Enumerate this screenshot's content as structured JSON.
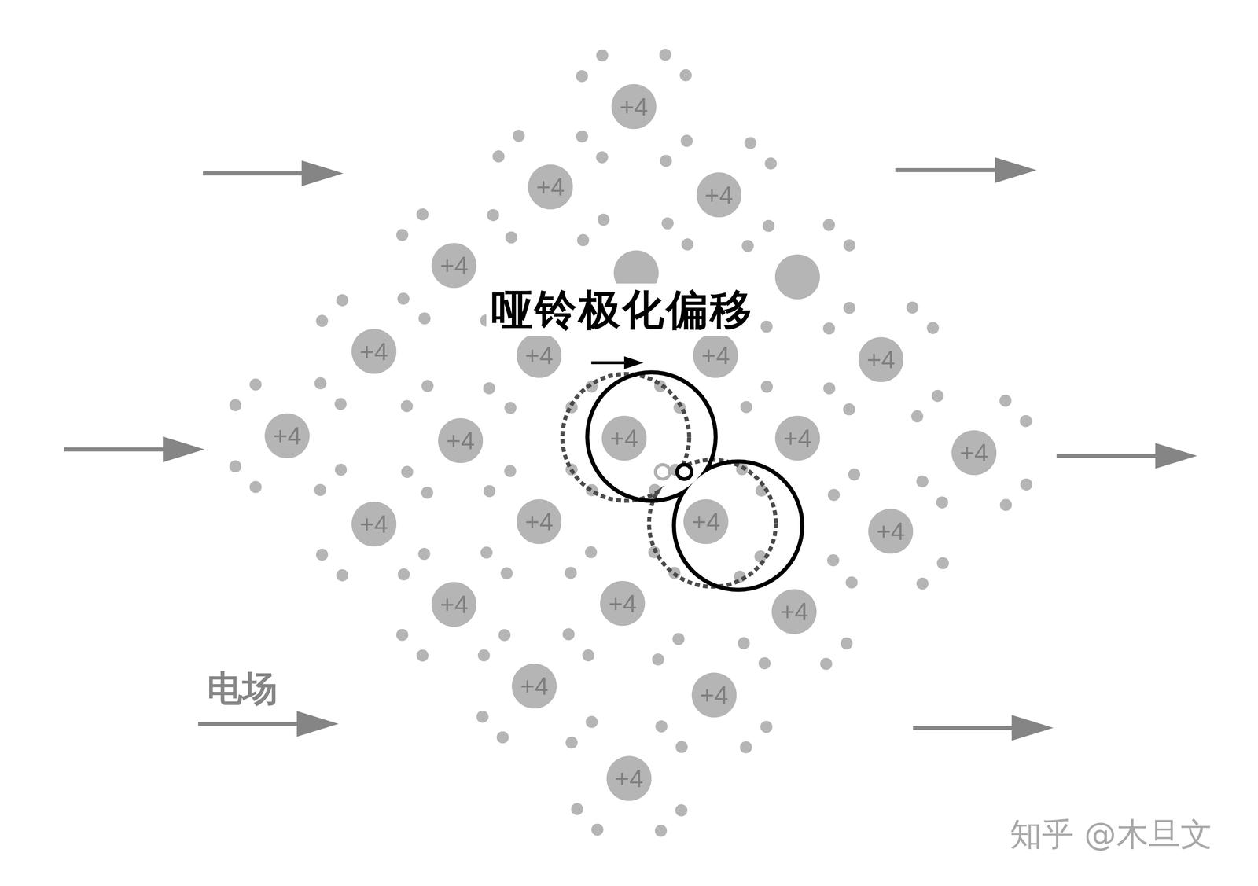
{
  "diagram": {
    "nodes": [
      {
        "text": [
          "+4"
        ]
      },
      {
        "text": [
          "+4"
        ]
      },
      {
        "text": [
          "+4"
        ]
      },
      {
        "text": [
          "+4"
        ]
      },
      {
        "text": [
          "+4"
        ]
      },
      {
        "text": [
          "+4"
        ]
      },
      {
        "text": [
          "+4"
        ]
      },
      {
        "text": [
          "+4"
        ]
      },
      {
        "text": [
          "+4"
        ]
      },
      {
        "text": [
          "+4"
        ]
      },
      {
        "text": [
          "+4"
        ]
      },
      {
        "text": [
          "+4"
        ]
      },
      {
        "text": [
          "+4"
        ]
      },
      {
        "text": [
          "+4"
        ]
      },
      {
        "text": [
          "+4"
        ]
      },
      {
        "text": [
          "+4"
        ]
      },
      {
        "text": [
          "+4"
        ]
      },
      {
        "text": [
          "+4"
        ]
      },
      {
        "text": [
          "+4"
        ]
      },
      {
        "text": [
          "+4"
        ]
      },
      {
        "text": [
          "+4"
        ]
      },
      {
        "text": [
          "+4"
        ]
      },
      {
        "text": [
          "+4"
        ]
      }
    ],
    "labels": [
      "哑铃极化偏移",
      "电场",
      "知乎 @木旦文"
    ]
  }
}
